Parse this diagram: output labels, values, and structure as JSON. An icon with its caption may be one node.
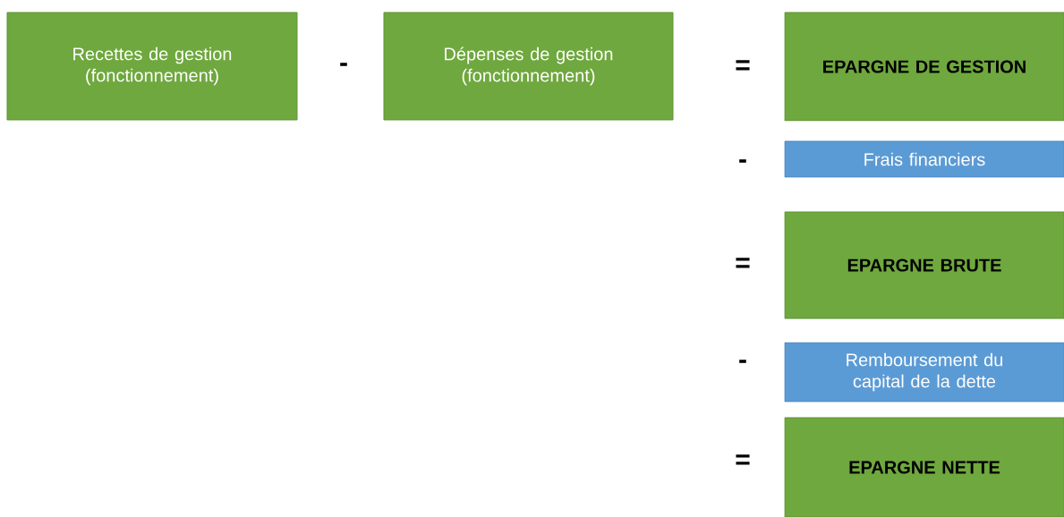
{
  "diagram": {
    "nodes": [
      {
        "text": [
          "Recettes de gestion (fonctionnement)"
        ]
      },
      {
        "text": [
          "Dépenses de gestion (fonctionnement)"
        ]
      },
      {
        "text": [
          "EPARGNE DE GESTION"
        ]
      },
      {
        "text": [
          "Frais financiers"
        ]
      },
      {
        "text": [
          "EPARGNE BRUTE"
        ]
      },
      {
        "text": [
          "Remboursement du capital de la dette"
        ]
      },
      {
        "text": [
          "EPARGNE NETTE"
        ]
      }
    ],
    "labels": [
      "-",
      "=",
      "-",
      "=",
      "-",
      "="
    ]
  }
}
